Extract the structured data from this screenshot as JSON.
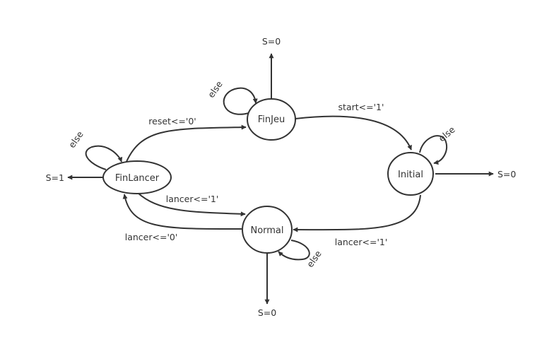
{
  "colors": {
    "stroke": "#333333",
    "background": "#ffffff"
  },
  "states": {
    "finjeu": "FinJeu",
    "initial": "Initial",
    "normal": "Normal",
    "finlancer": "FinLancer"
  },
  "outputs": {
    "finjeu": "S=0",
    "initial": "S=0",
    "normal": "S=0",
    "finlancer": "S=1"
  },
  "transitions": {
    "finjeu_to_initial": "start<='1'",
    "initial_to_normal": "lancer<='1'",
    "normal_to_finlancer": "lancer<='0'",
    "finlancer_to_normal": "lancer<='1'",
    "finlancer_to_finjeu": "reset<='0'",
    "self_loop": "else"
  }
}
